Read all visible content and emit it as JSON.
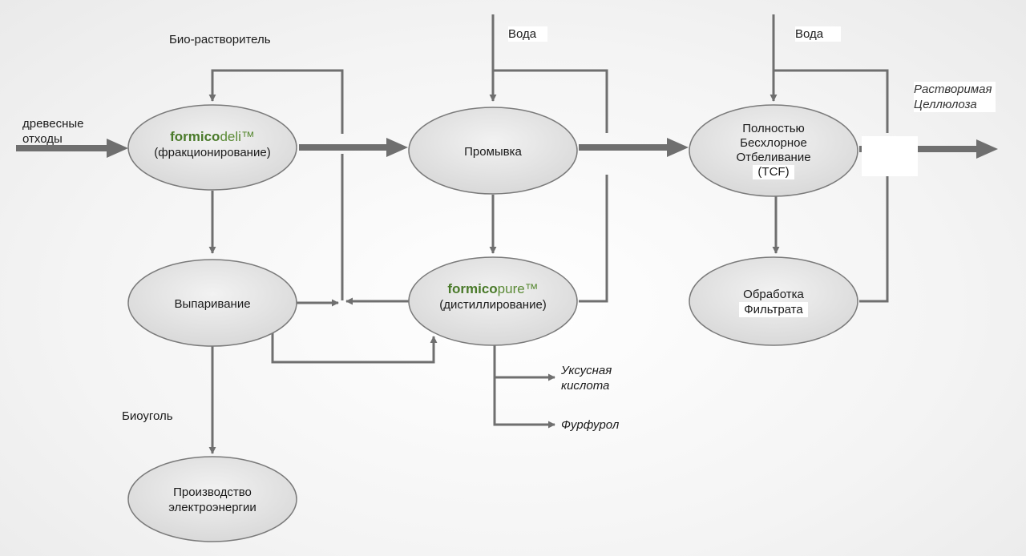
{
  "colors": {
    "arrow": "#6f6f6f",
    "node_fill": "#e4e4e4",
    "node_stroke": "#7a7a7a",
    "brand_green": "#4a7a2a"
  },
  "inputs": {
    "wood_waste_line1": "древесные",
    "wood_waste_line2": "отходы",
    "bio_solvent": "Био-растворитель",
    "water_1": "Вода",
    "water_2": "Вода"
  },
  "nodes": {
    "formicodeli": {
      "brand_bold": "formico",
      "brand_light": "deli™",
      "subtitle": "(фракционирование)"
    },
    "washing": {
      "label": "Промывка"
    },
    "tcf": {
      "line1": "Полностью",
      "line2": "Бесхлорное",
      "line3": "Отбеливание",
      "line4": "(TCF)"
    },
    "evaporation": {
      "label": "Выпаривание"
    },
    "formicopure": {
      "brand_bold": "formico",
      "brand_light": "pure™",
      "subtitle": "(дистиллирование)"
    },
    "filtrate": {
      "line1": "Обработка",
      "line2": "Фильтрата"
    },
    "power": {
      "line1": "Производство",
      "line2": "электроэнергии"
    }
  },
  "outputs": {
    "acetic_line1": "Уксусная",
    "acetic_line2": "кислота",
    "furfural": "Фурфурол",
    "biochar": "Биоуголь",
    "cellulose_line1": "Растворимая",
    "cellulose_line2": "Целлюлоза"
  }
}
